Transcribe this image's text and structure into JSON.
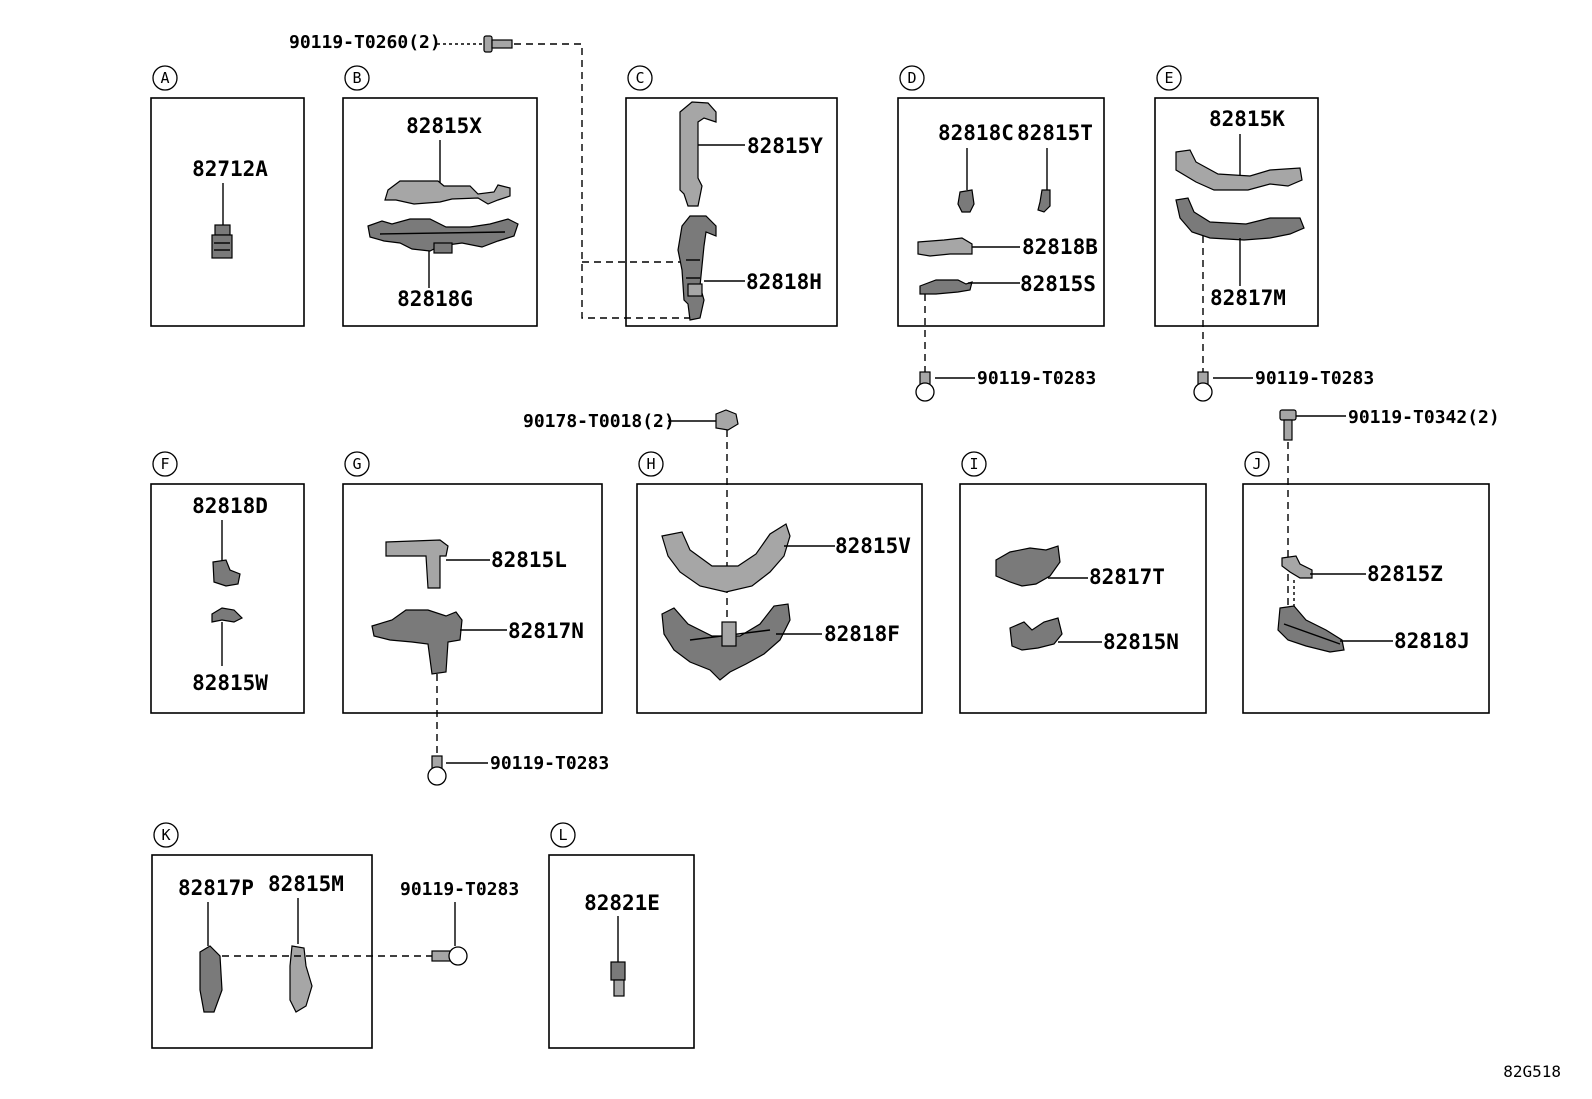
{
  "diagram_code": "82G518",
  "sections": [
    {
      "letter": "A",
      "parts": [
        "82712A"
      ]
    },
    {
      "letter": "B",
      "parts": [
        "82815X",
        "82818G"
      ]
    },
    {
      "letter": "C",
      "parts": [
        "82815Y",
        "82818H"
      ]
    },
    {
      "letter": "D",
      "parts": [
        "82818C",
        "82815T",
        "82818B",
        "82815S"
      ]
    },
    {
      "letter": "E",
      "parts": [
        "82815K",
        "82817M"
      ]
    },
    {
      "letter": "F",
      "parts": [
        "82818D",
        "82815W"
      ]
    },
    {
      "letter": "G",
      "parts": [
        "82815L",
        "82817N"
      ]
    },
    {
      "letter": "H",
      "parts": [
        "82815V",
        "82818F"
      ]
    },
    {
      "letter": "I",
      "parts": [
        "82817T",
        "82815N"
      ]
    },
    {
      "letter": "J",
      "parts": [
        "82815Z",
        "82818J"
      ]
    },
    {
      "letter": "K",
      "parts": [
        "82817P",
        "82815M"
      ]
    },
    {
      "letter": "L",
      "parts": [
        "82821E"
      ]
    }
  ],
  "fasteners": {
    "bolt_c": "90119-T0260(2)",
    "bolt_d": "90119-T0283",
    "bolt_e": "90119-T0283",
    "nut_h": "90178-T0018(2)",
    "bolt_j": "90119-T0342(2)",
    "bolt_g": "90119-T0283",
    "bolt_k": "90119-T0283"
  },
  "icons": {
    "bolt": "bolt-icon",
    "nut": "nut-icon",
    "clip": "clip-icon",
    "bracket": "bracket-icon"
  }
}
